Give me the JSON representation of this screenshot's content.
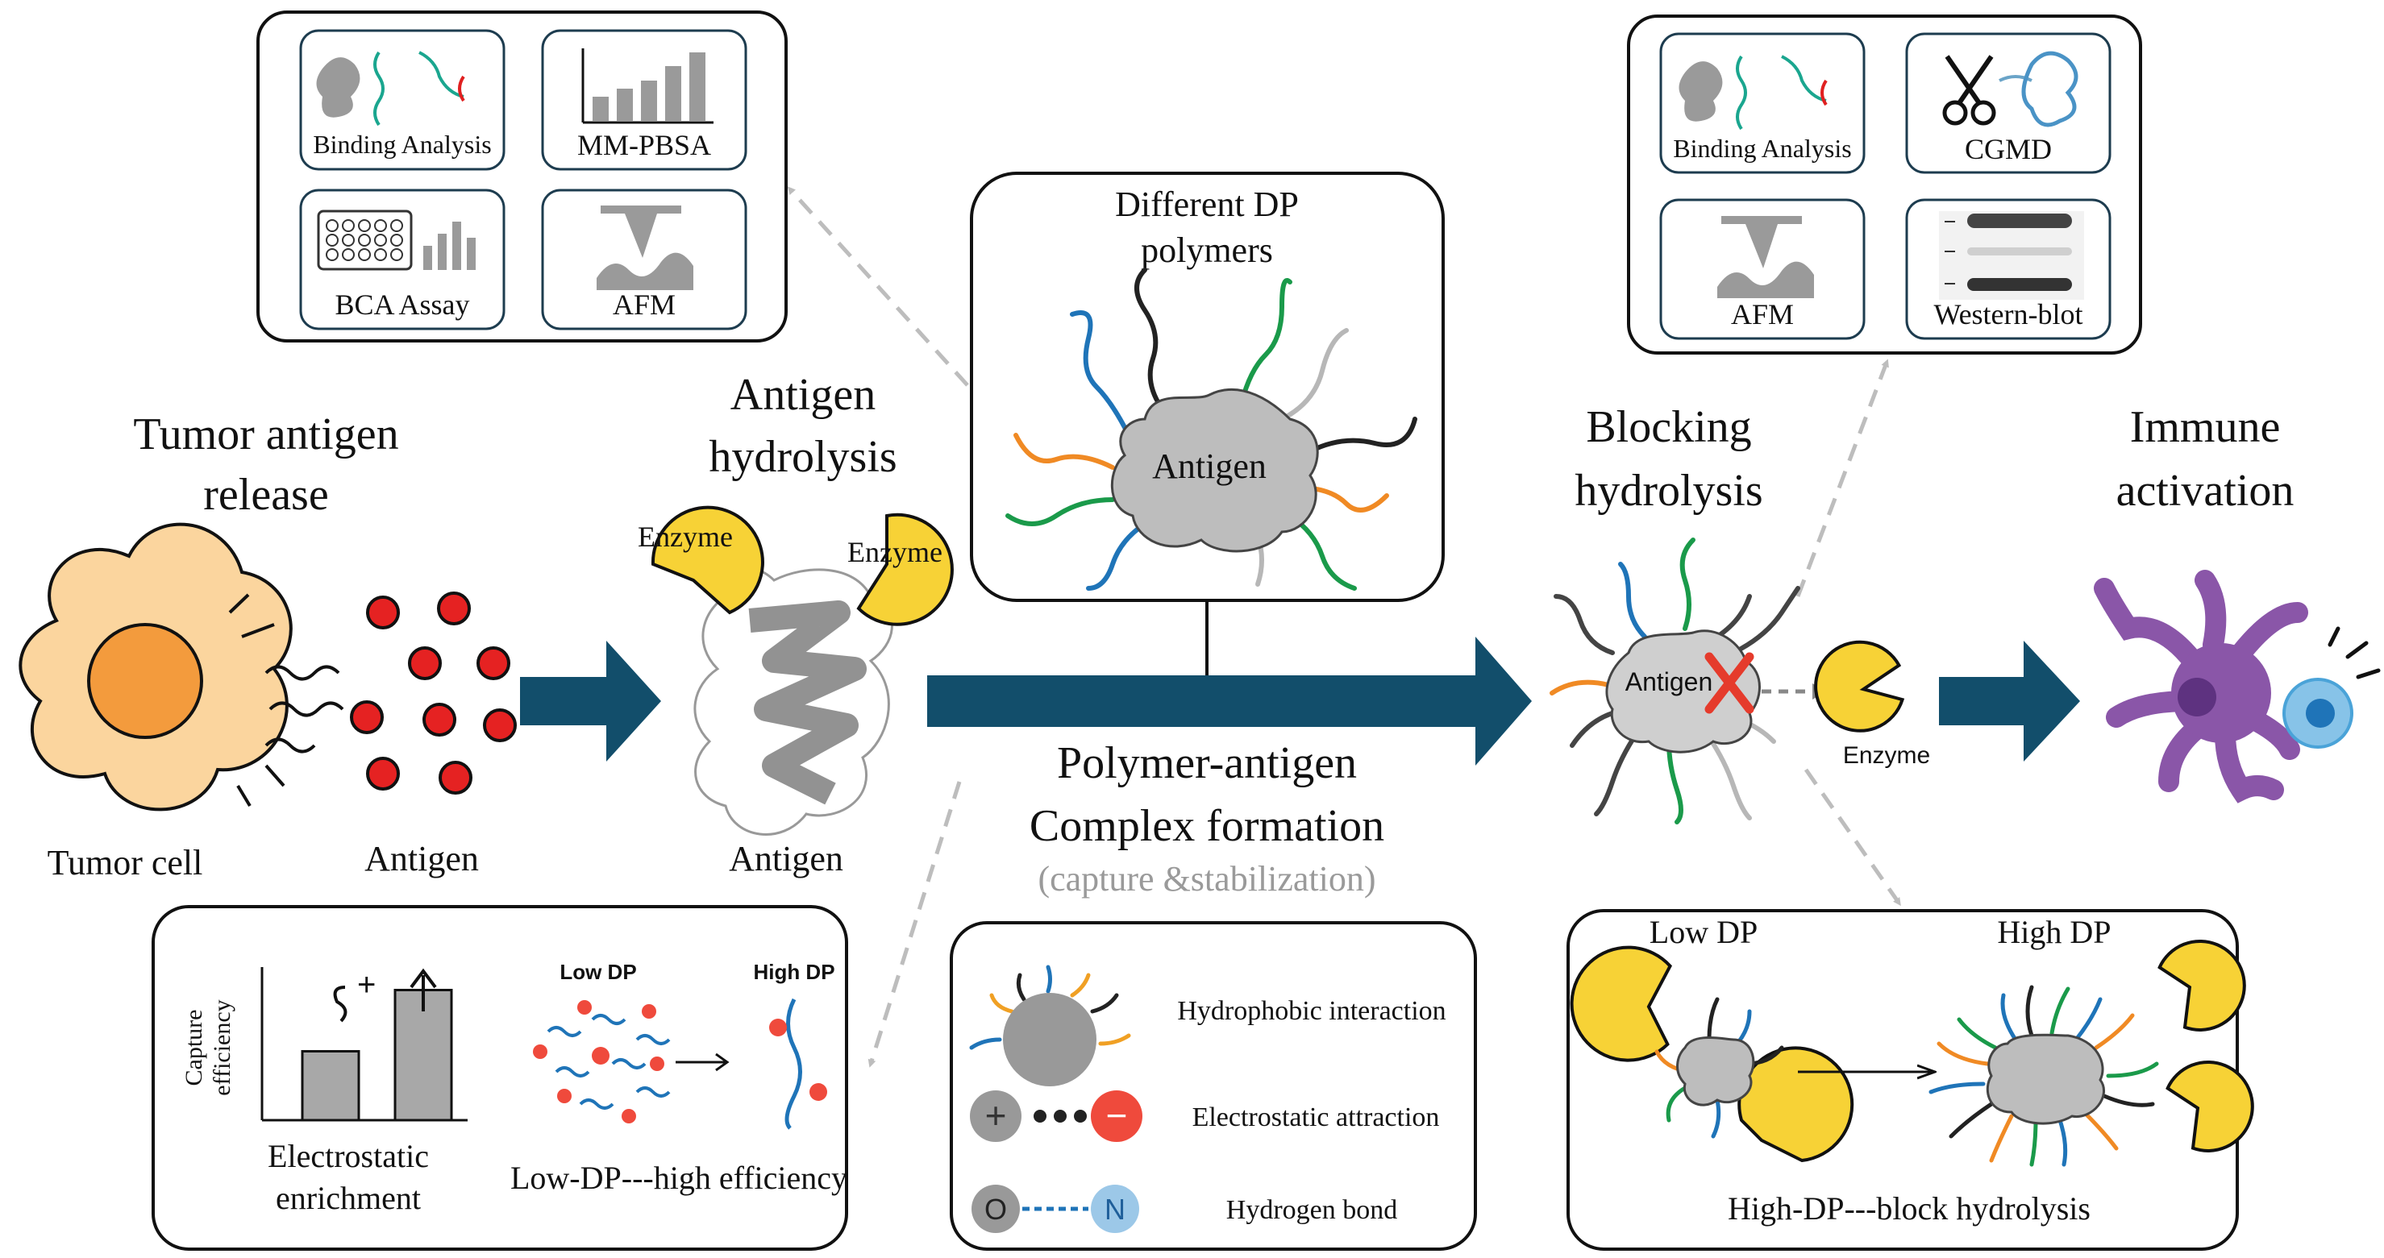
{
  "headings": {
    "tumor_release": [
      "Tumor antigen",
      "release"
    ],
    "antigen_hydrolysis": [
      "Antigen",
      "hydrolysis"
    ],
    "blocking_hydrolysis": [
      "Blocking",
      "hydrolysis"
    ],
    "immune_activation": [
      "Immune",
      "activation"
    ],
    "complex_formation": [
      "Polymer-antigen",
      "Complex formation"
    ],
    "complex_subtitle": "(capture &stabilization)"
  },
  "labels": {
    "tumor_cell": "Tumor cell",
    "antigen_particles": "Antigen",
    "antigen_protein": "Antigen",
    "enzyme_left": "Enzyme",
    "enzyme_right": "Enzyme",
    "enzyme_pacman": "Enzyme",
    "antigen_center": "Antigen",
    "antigen_blocked": "Antigen"
  },
  "center_box": {
    "title": [
      "Different DP",
      "polymers"
    ]
  },
  "methods_left": {
    "binding": "Binding Analysis",
    "mmpbsa": "MM-PBSA",
    "bca": "BCA Assay",
    "afm": "AFM"
  },
  "methods_right": {
    "binding": "Binding Analysis",
    "cgmd": "CGMD",
    "afm": "AFM",
    "western": "Western-blot"
  },
  "capture_box": {
    "ylabel": [
      "Capture",
      "efficiency"
    ],
    "xlabel": [
      "Electrostatic",
      "enrichment"
    ],
    "low_dp": "Low DP",
    "high_dp": "High DP",
    "caption": "Low-DP---high efficiency",
    "bar_values": [
      0.45,
      0.85
    ]
  },
  "interaction_box": {
    "hydrophobic": "Hydrophobic interaction",
    "electrostatic": "Electrostatic attraction",
    "hydrogen": "Hydrogen bond",
    "plus": "+",
    "minus": "−",
    "o": "O",
    "n": "N"
  },
  "block_box": {
    "low_dp": "Low DP",
    "high_dp": "High DP",
    "caption": "High-DP---block hydrolysis"
  },
  "colors": {
    "arrow": "#124e6b",
    "enzyme": "#f7d236",
    "antigen_dot": "#e52222",
    "polymer_blue": "#1f74b8",
    "polymer_green": "#1a9a4a",
    "polymer_orange": "#f08a24",
    "polymer_black": "#222222",
    "polymer_gray": "#b7b7b7",
    "dendritic": "#8a56a8",
    "tcell": "#4aa3d8"
  }
}
